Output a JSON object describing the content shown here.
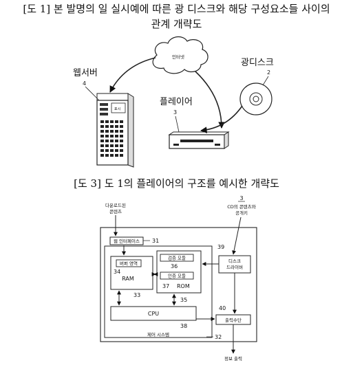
{
  "figure1": {
    "caption_line1": "[도 1] 본 발명의 일 실시예에 따른 광 디스크와 해당 구성요소들 사이의",
    "caption_line2": "관계 개략도",
    "internet_label": "인터넷",
    "web_server_label": "웹서버",
    "web_server_num": "4",
    "disc_label": "광디스크",
    "disc_num": "2",
    "player_label": "플레이어",
    "player_num": "3",
    "server_screen_text": "표시"
  },
  "figure3": {
    "caption": "[도 3] 도 1의 플레이어의 구조를 예시한 개략도",
    "download_label_1": "다운로드된",
    "download_label_2": "콘텐츠",
    "player_ref": "3",
    "cd_label_1": "CD의 콘텐츠와",
    "cd_label_2": "공개키",
    "web_interface": "웹 인터페이스",
    "web_interface_num": "31",
    "buffer_area": "버퍼 영역",
    "ram": "RAM",
    "ram_num": "34",
    "ram_box_num": "33",
    "decrypt_module": "검증 모듈",
    "decrypt_num": "36",
    "auth_module": "인증 모듈",
    "auth_num": "37",
    "rom": "ROM",
    "rom_box_num": "35",
    "disc_drive_1": "디스크",
    "disc_drive_2": "드라이버",
    "disc_drive_num": "39",
    "output_means": "출력수단",
    "output_num": "40",
    "cpu": "CPU",
    "cpu_num": "38",
    "control_system": "제어 시스템",
    "control_num": "32",
    "info_output": "정보 출력"
  }
}
